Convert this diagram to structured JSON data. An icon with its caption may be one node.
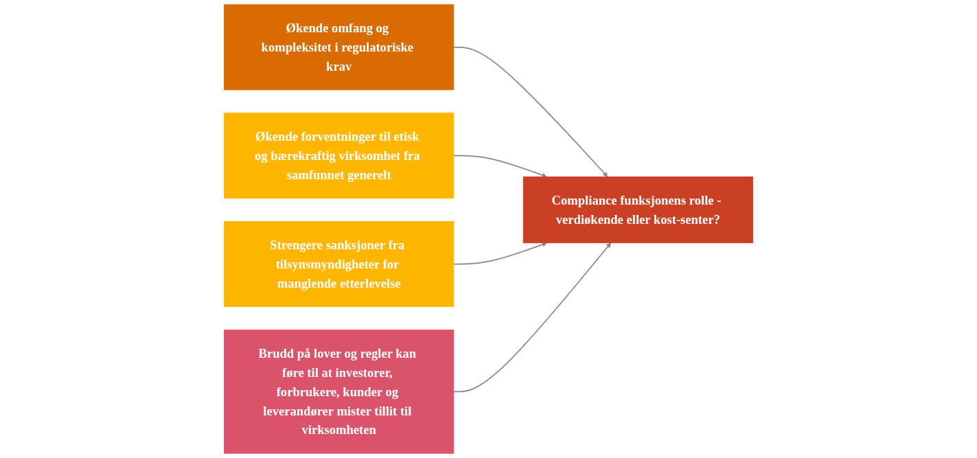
{
  "diagram": {
    "nodes": [
      {
        "text": [
          "Økende omfang og kompleksitet i regulatoriske krav"
        ]
      },
      {
        "text": [
          "Økende forventninger til etisk og bærekraftig virksomhet fra samfunnet generelt"
        ]
      },
      {
        "text": [
          "Compliance funksjonens rolle - verdiøkende eller kost-senter?"
        ]
      },
      {
        "text": [
          "Strengere sanksjoner fra tilsynsmyndigheter for manglende etterlevelse"
        ]
      },
      {
        "text": [
          "Brudd på lover og regler kan føre til at investorer, forbrukere, kunder og leverandører mister tillit til virksomheten"
        ]
      }
    ],
    "edges": [
      {
        "from": 0,
        "to": 2,
        "arrow": "to"
      },
      {
        "from": 1,
        "to": 2,
        "arrow": "to"
      },
      {
        "from": 3,
        "to": 2,
        "arrow": "to"
      },
      {
        "from": 4,
        "to": 2,
        "arrow": "to"
      }
    ]
  }
}
